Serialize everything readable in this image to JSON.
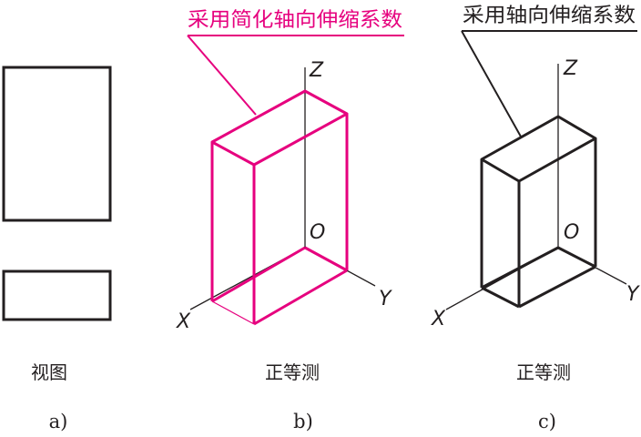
{
  "colors": {
    "ink": "#231f20",
    "accent": "#e6007e"
  },
  "panel_a": {
    "caption": "视图",
    "label": "a)"
  },
  "panel_b": {
    "callout": "采用简化轴向伸缩系数",
    "caption": "正等测",
    "label": "b)",
    "axes": {
      "z": "Z",
      "origin": "O",
      "x": "X",
      "y": "Y"
    }
  },
  "panel_c": {
    "callout": "采用轴向伸缩系数",
    "caption": "正等测",
    "label": "c)",
    "axes": {
      "z": "Z",
      "origin": "O",
      "x": "X",
      "y": "Y"
    }
  }
}
